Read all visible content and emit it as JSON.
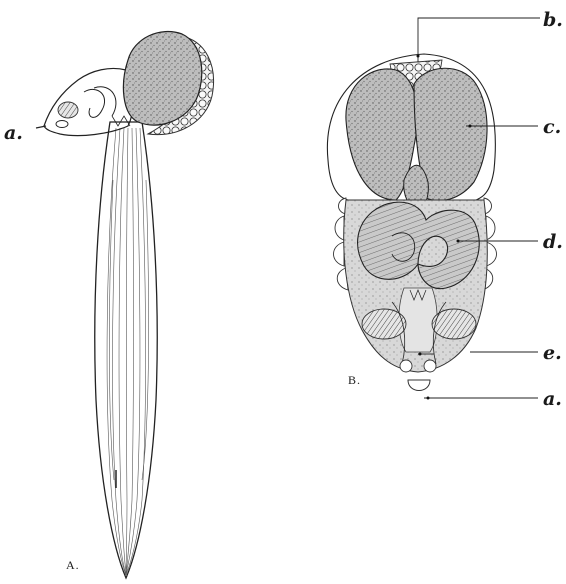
{
  "figure": {
    "panel_a_label": "A.",
    "panel_b_label": "B.",
    "leaders": {
      "a_left": "a.",
      "b": "b.",
      "c": "c.",
      "d": "d.",
      "e": "e.",
      "a_right": "a."
    }
  }
}
